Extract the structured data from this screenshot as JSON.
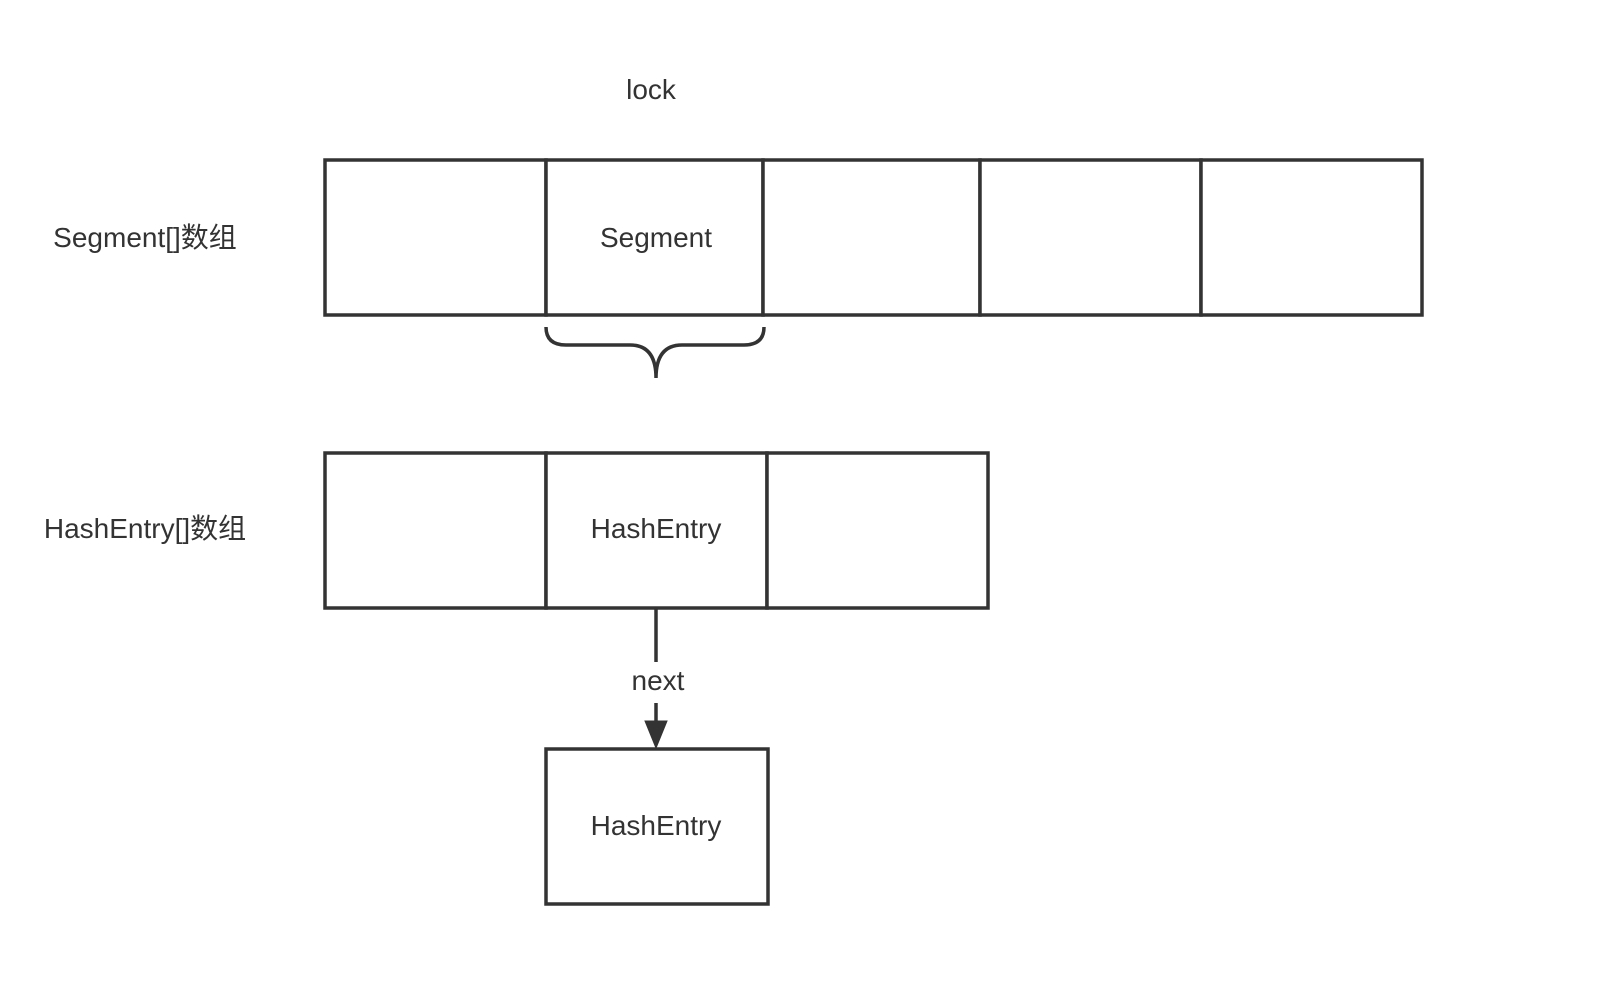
{
  "labels": {
    "lock": "lock",
    "segment_array": "Segment[]数组",
    "hashentry_array": "HashEntry[]数组",
    "next": "next"
  },
  "segment_row": {
    "cells": [
      "",
      "Segment",
      "",
      "",
      ""
    ]
  },
  "hashentry_row": {
    "cells": [
      "",
      "HashEntry",
      ""
    ]
  },
  "chain_node": {
    "label": "HashEntry"
  },
  "colors": {
    "stroke": "#333333",
    "text": "#333333",
    "background": "#ffffff"
  }
}
